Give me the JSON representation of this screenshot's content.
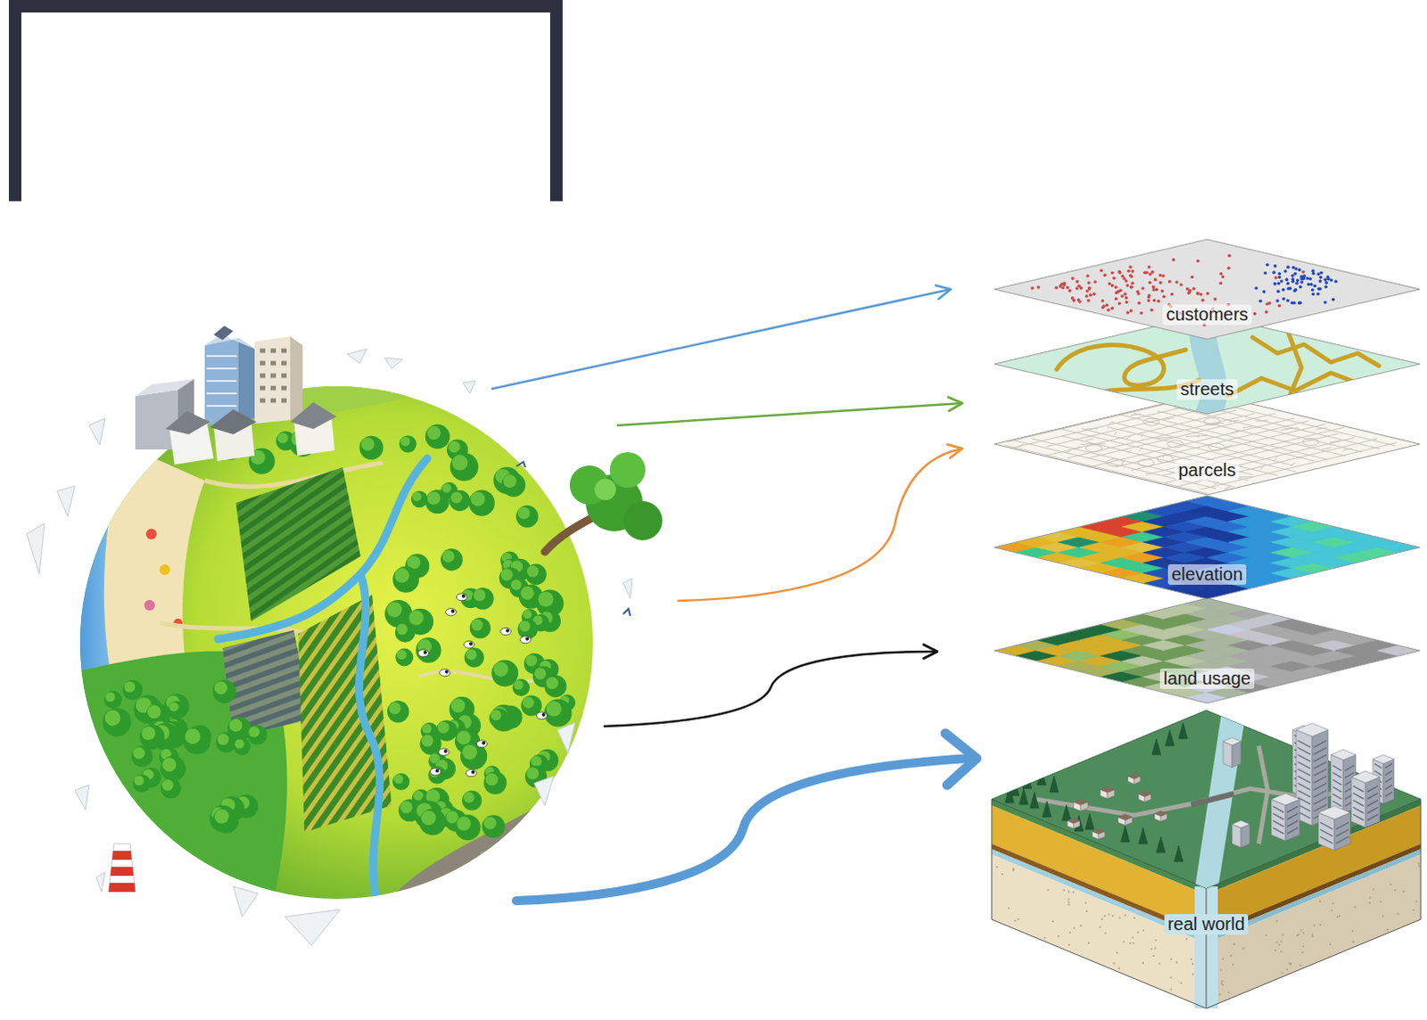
{
  "diagram": {
    "nodes": [
      {
        "text": [
          "customers"
        ]
      },
      {
        "text": [
          "streets"
        ]
      },
      {
        "text": [
          "parcels"
        ]
      },
      {
        "text": [
          "elevation"
        ]
      },
      {
        "text": [
          "land usage"
        ]
      },
      {
        "text": [
          "real world"
        ]
      }
    ]
  }
}
